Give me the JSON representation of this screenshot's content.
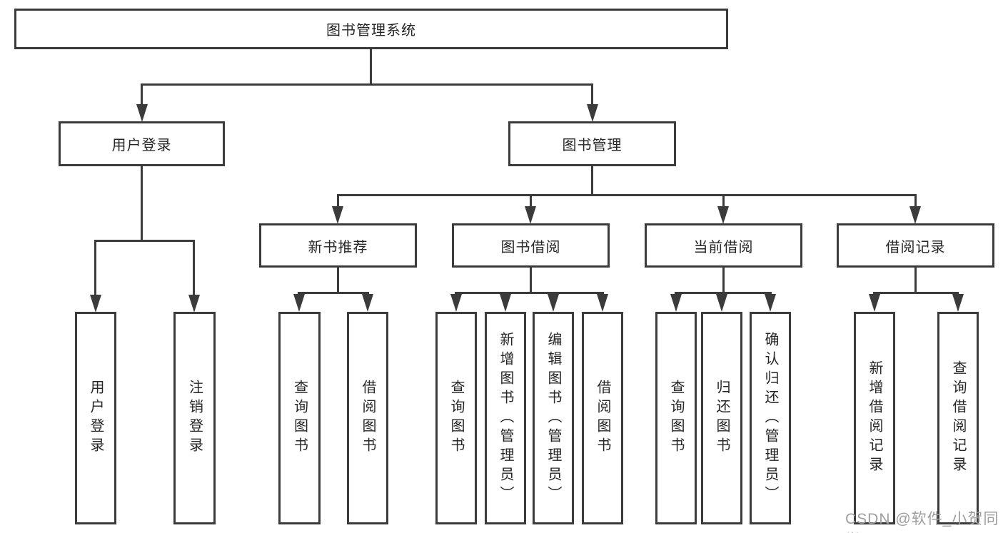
{
  "diagram": {
    "root": {
      "label": "图书管理系统"
    },
    "level2": [
      {
        "label": "用户登录",
        "children": [
          {
            "label": "用户登录"
          },
          {
            "label": "注销登录"
          }
        ]
      },
      {
        "label": "图书管理",
        "children": [
          {
            "label": "新书推荐",
            "children": [
              {
                "label": "查询图书"
              },
              {
                "label": "借阅图书"
              }
            ]
          },
          {
            "label": "图书借阅",
            "children": [
              {
                "label": "查询图书"
              },
              {
                "label": "新增图书（管理员）"
              },
              {
                "label": "编辑图书（管理员）"
              },
              {
                "label": "借阅图书"
              }
            ]
          },
          {
            "label": "当前借阅",
            "children": [
              {
                "label": "查询图书"
              },
              {
                "label": "归还图书"
              },
              {
                "label": "确认归还（管理员）"
              }
            ]
          },
          {
            "label": "借阅记录",
            "children": [
              {
                "label": "新增借阅记录"
              },
              {
                "label": "查询借阅记录"
              }
            ]
          }
        ]
      }
    ],
    "watermark": "CSDN @软件_小贺同学",
    "colors": {
      "line": "#3b3b3b",
      "text": "#262626",
      "watermark": "#9e9e9e",
      "background": "#ffffff"
    }
  }
}
